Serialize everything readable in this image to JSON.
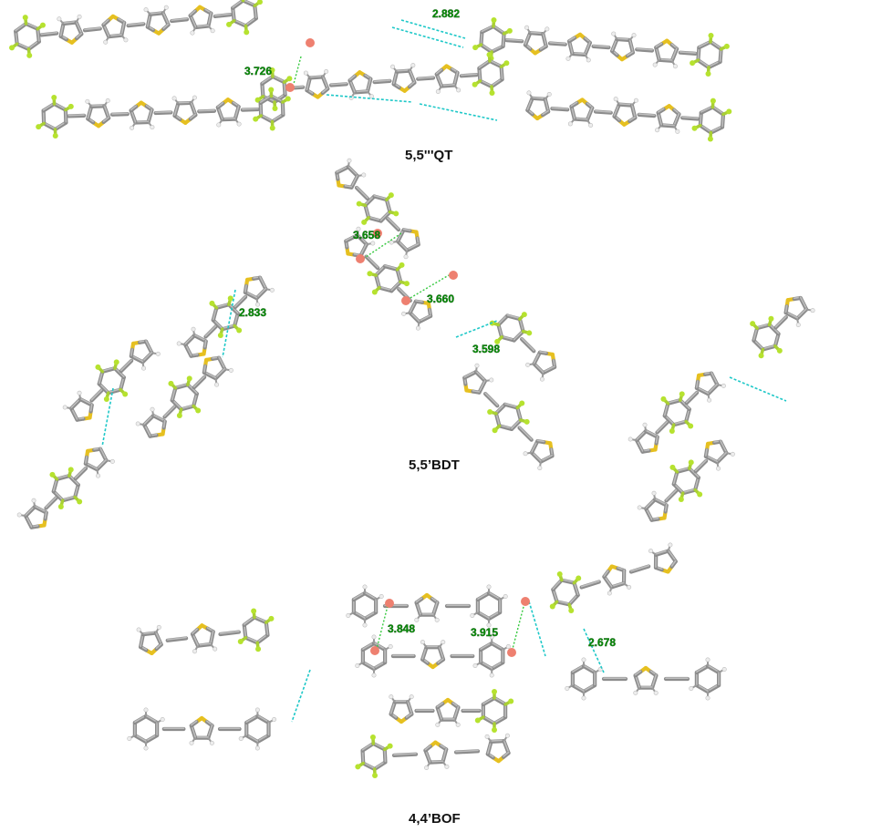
{
  "panels": {
    "qt": {
      "caption": "5,5'''QT",
      "distances": [
        "2.882",
        "3.726"
      ]
    },
    "bdt": {
      "caption": "5,5’BDT",
      "distances": [
        "2.833",
        "3.658",
        "3.660",
        "3.598"
      ]
    },
    "bof": {
      "caption": "4,4’BOF",
      "distances": [
        "3.848",
        "3.915",
        "2.678"
      ]
    }
  },
  "colors": {
    "carbon": "#8c8c8c",
    "sulfur": "#e6c020",
    "fluorine": "#b6e22f",
    "hydrogen": "#ededed",
    "contact_line": "#1ec8c8",
    "pi_contact_line": "#36c93f",
    "centroid": "#ee8070",
    "distance_label": "#0a8a0a"
  }
}
